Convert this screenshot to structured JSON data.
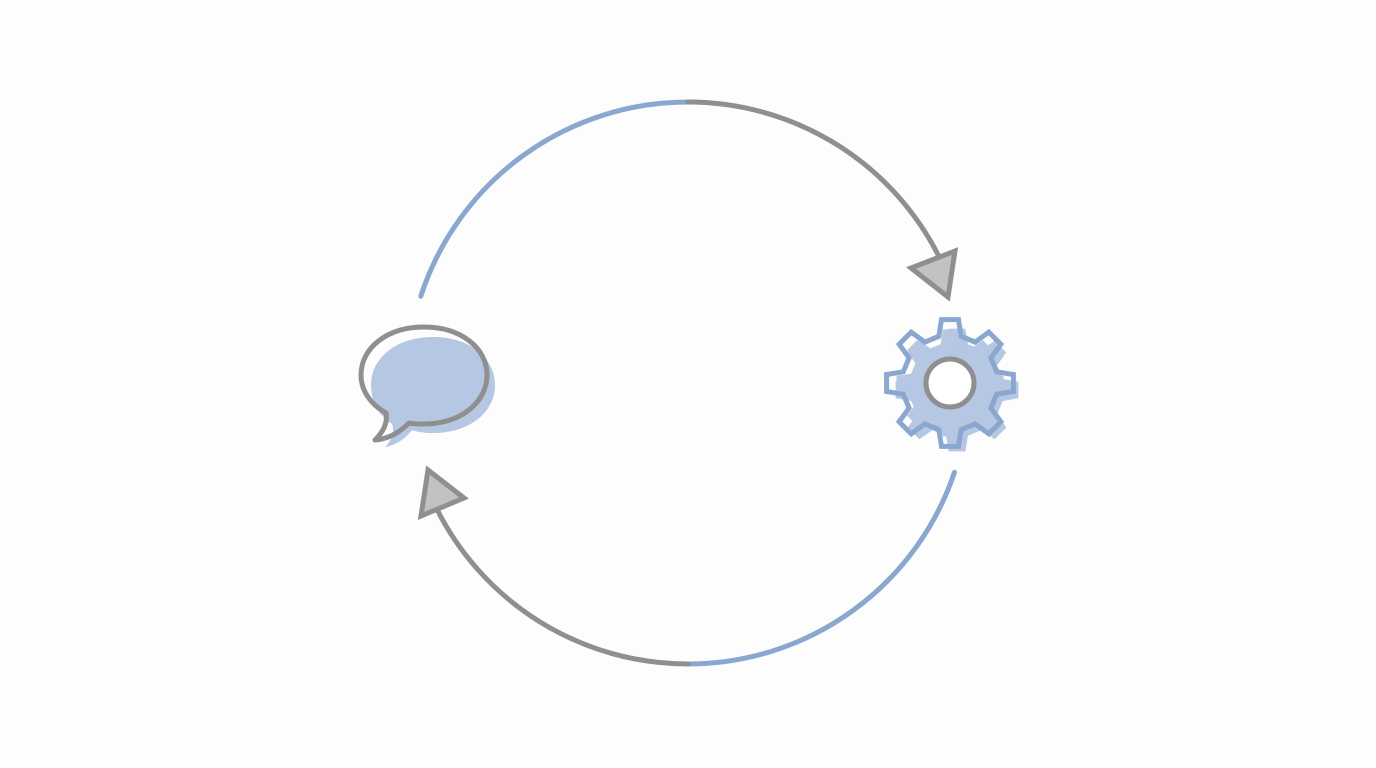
{
  "diagram": {
    "type": "cycle",
    "nodes": [
      {
        "icon": "speech-bubble-icon"
      },
      {
        "icon": "gear-icon"
      }
    ],
    "edges": [
      {
        "from": "speech-bubble-icon",
        "to": "gear-icon",
        "direction": "clockwise-top"
      },
      {
        "from": "gear-icon",
        "to": "speech-bubble-icon",
        "direction": "clockwise-bottom"
      }
    ]
  },
  "colors": {
    "accent_blue": "#89a7cf",
    "light_blue_fill": "#b5c7e2",
    "gray": "#8f8f8f",
    "arrowhead_fill": "#c2c2c2",
    "background": "#fdfdfd"
  }
}
